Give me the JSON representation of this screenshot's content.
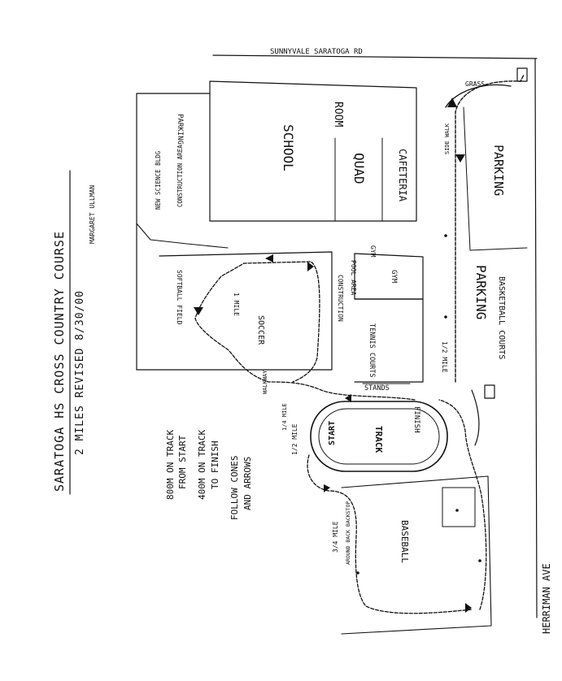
{
  "title": {
    "main": "SARATOGA HS CROSS COUNTRY COURSE",
    "sub": "2 MILES REVISED 8/30/00",
    "author": "MARGARET ULLMAN"
  },
  "instructions": {
    "line1a": "800M ON TRACK",
    "line1b": "FROM START",
    "line2a": "400M ON TRACK",
    "line2b": "TO FINISH",
    "line3a": "FOLLOW CONES",
    "line3b": "AND ARROWS"
  },
  "roads": {
    "top": "SUNNYVALE SARATOGA RD",
    "right": "HERRIMAN AVE"
  },
  "areas": {
    "new_building": "NEW SCIENCE BLDG",
    "construction_area": "CONSTRUCTION AREA",
    "parking_top": "PARKING",
    "school": "SCHOOL",
    "quad": "QUAD",
    "cafeteria": "CAFETERIA",
    "room": "ROOM",
    "parking_right": "PARKING",
    "softball": "SOFTBALL FIELD",
    "soccer": "SOCCER",
    "construction2": "CONSTRUCTION",
    "pool": "POOL AREA",
    "gym_label": "GYM",
    "gym": "GYM",
    "tennis": "TENNIS COURTS",
    "parking_mid": "PARKING",
    "basketball": "BASKETBALL COURTS",
    "stands": "STANDS",
    "track": "TRACK",
    "baseball": "BASEBALL"
  },
  "course": {
    "start": "START",
    "finish": "FINISH",
    "grass": "GRASS",
    "mile1": "1 MILE",
    "mile_half": "1/2 MILE",
    "mile_half2": "1/2 MILE",
    "mile_34": "3/4 MILE",
    "mile_14": "1/4 MILE",
    "walkway": "WALKWAY",
    "side_walk": "SIDE WALK",
    "trail_note": "AROUND BACK BACKSTOP"
  }
}
